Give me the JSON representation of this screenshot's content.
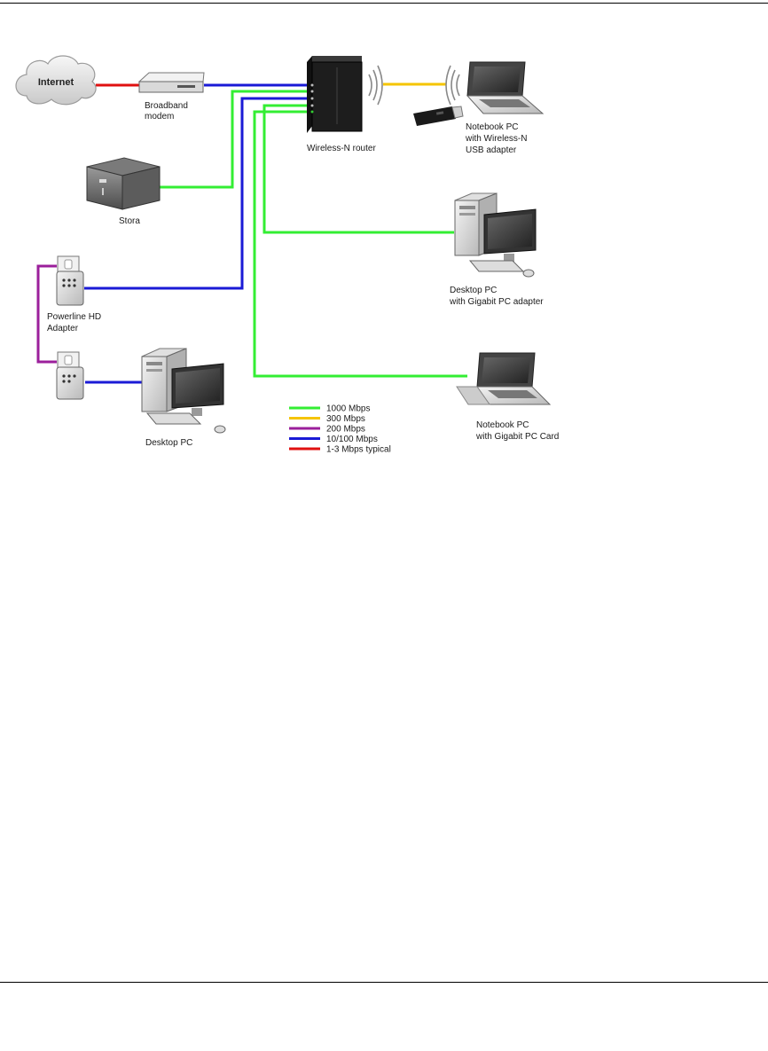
{
  "colors": {
    "gigabit": "#33ee33",
    "wireless_n": "#f5c400",
    "powerline": "#9b1f9b",
    "fast_ethernet": "#1a1ad6",
    "broadband": "#e01010"
  },
  "nodes": {
    "internet": "Internet",
    "modem": [
      "Broadband",
      "modem"
    ],
    "router": "Wireless-N router",
    "notebook_wireless": [
      "Notebook PC",
      "with Wireless-N",
      "USB adapter"
    ],
    "stora": "Stora",
    "desktop_gigabit": [
      "Desktop PC",
      "with Gigabit PC adapter"
    ],
    "powerline": [
      "Powerline HD",
      "Adapter"
    ],
    "notebook_gigabit": [
      "Notebook PC",
      "with Gigabit PC Card"
    ],
    "desktop": "Desktop PC"
  },
  "legend": [
    {
      "label": "1000 Mbps",
      "color": "#33ee33"
    },
    {
      "label": "300 Mbps",
      "color": "#f5c400"
    },
    {
      "label": "200 Mbps",
      "color": "#9b1f9b"
    },
    {
      "label": "10/100 Mbps",
      "color": "#1a1ad6"
    },
    {
      "label": "1-3 Mbps typical",
      "color": "#e01010"
    }
  ]
}
